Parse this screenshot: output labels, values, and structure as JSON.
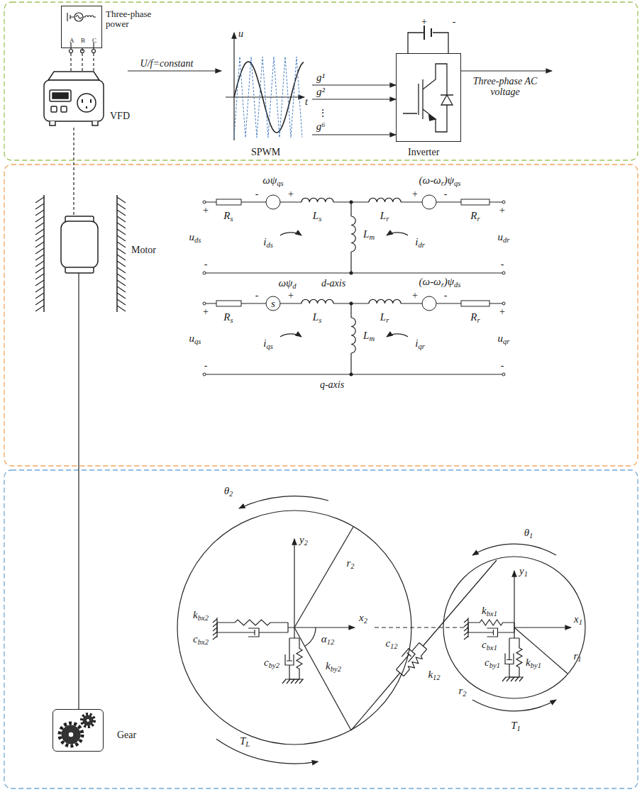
{
  "diagram": {
    "nodes": [
      {
        "text": [
          "Three-phase power",
          "A",
          "B",
          "C"
        ]
      },
      {
        "text": [
          "VFD"
        ]
      },
      {
        "text": [
          "u",
          "t",
          "SPWM"
        ]
      },
      {
        "text": [
          "Inverter"
        ]
      },
      {
        "text": [
          "Motor"
        ]
      },
      {
        "text": [
          "Gear"
        ]
      }
    ],
    "edges": [
      {
        "from": 0,
        "to": 1,
        "arrow": "none"
      },
      {
        "from": 1,
        "to": 4,
        "arrow": "none"
      },
      {
        "from": 4,
        "to": 5,
        "arrow": "none"
      },
      {
        "from": 2,
        "to": 3,
        "arrow": "to",
        "label": "g¹"
      },
      {
        "from": 2,
        "to": 3,
        "arrow": "to",
        "label": "g²"
      },
      {
        "from": 2,
        "to": 3,
        "arrow": "to",
        "label": "g⁶"
      }
    ],
    "labels": [
      "U/f=constant",
      "Three-phase AC voltage",
      "+",
      "-",
      "⋮",
      "ωψqs",
      "(ω-ωr)ψqs",
      "+",
      "-",
      "+",
      "Rs",
      "Ls",
      "Lr",
      "+",
      "-",
      "Rr",
      "+",
      "uds",
      "ids",
      "Lm",
      "idr",
      "udr",
      "-",
      "-",
      "ωψd",
      "d-axis",
      "(ω-ωr)ψds",
      "+",
      "-",
      "s",
      "+",
      "Rs",
      "Ls",
      "Lr",
      "+",
      "-",
      "Rr",
      "+",
      "uqs",
      "iqs",
      "Lm",
      "iqr",
      "uqr",
      "-",
      "-",
      "q-axis",
      "θ2",
      "θ1",
      "y2",
      "r2",
      "x2",
      "α12",
      "kbx2",
      "cbx2",
      "cby2",
      "kby2",
      "c12",
      "k12",
      "y1",
      "x1",
      "kbx1",
      "cbx1",
      "r1",
      "r2",
      "cby1",
      "kby1",
      "TL",
      "T1"
    ]
  }
}
